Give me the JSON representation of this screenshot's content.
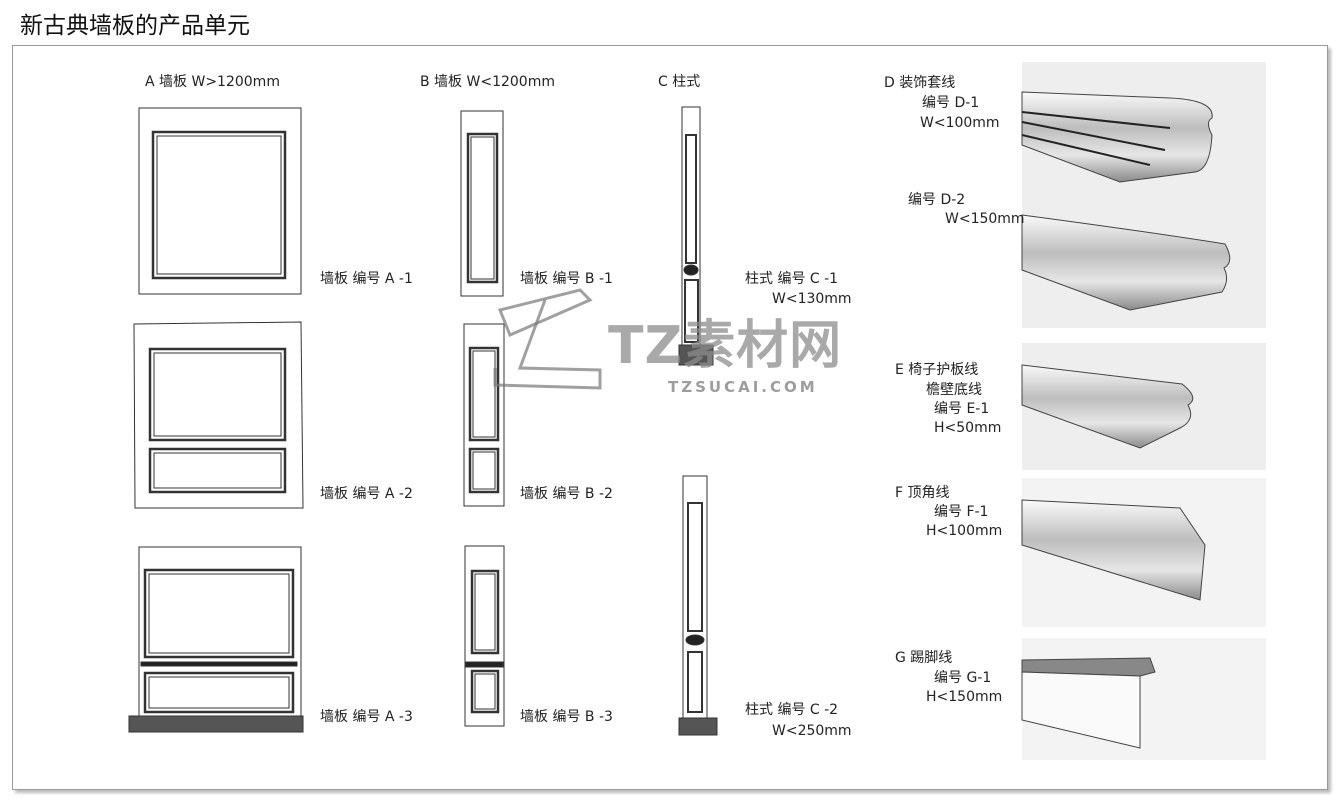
{
  "title": "新古典墙板的产品单元",
  "sections": {
    "A": {
      "heading": "A 墙板 W>1200mm",
      "items": [
        "墙板 编号 A -1",
        "墙板 编号 A -2",
        "墙板 编号 A -3"
      ]
    },
    "B": {
      "heading": "B 墙板 W<1200mm",
      "items": [
        "墙板 编号 B -1",
        "墙板 编号 B -2",
        "墙板 编号 B -3"
      ]
    },
    "C": {
      "heading": "C 柱式",
      "items": [
        {
          "code": "柱式 编号 C -1",
          "size": "W<130mm"
        },
        {
          "code": "柱式 编号 C -2",
          "size": "W<250mm"
        }
      ]
    },
    "D": {
      "heading": "D 装饰套线",
      "items": [
        {
          "code": "编号 D-1",
          "size": "W<100mm"
        },
        {
          "code": "编号 D-2",
          "size": "W<150mm"
        }
      ]
    },
    "E": {
      "heading": "E 椅子护板线",
      "sub": "檐壁底线",
      "code": "编号 E-1",
      "size": "H<50mm"
    },
    "F": {
      "heading": "F 顶角线",
      "code": "编号 F-1",
      "size": "H<100mm"
    },
    "G": {
      "heading": "G 踢脚线",
      "code": "编号 G-1",
      "size": "H<150mm"
    }
  },
  "watermark": {
    "name": "TZ素材网",
    "url": "TZSUCAI.COM"
  }
}
